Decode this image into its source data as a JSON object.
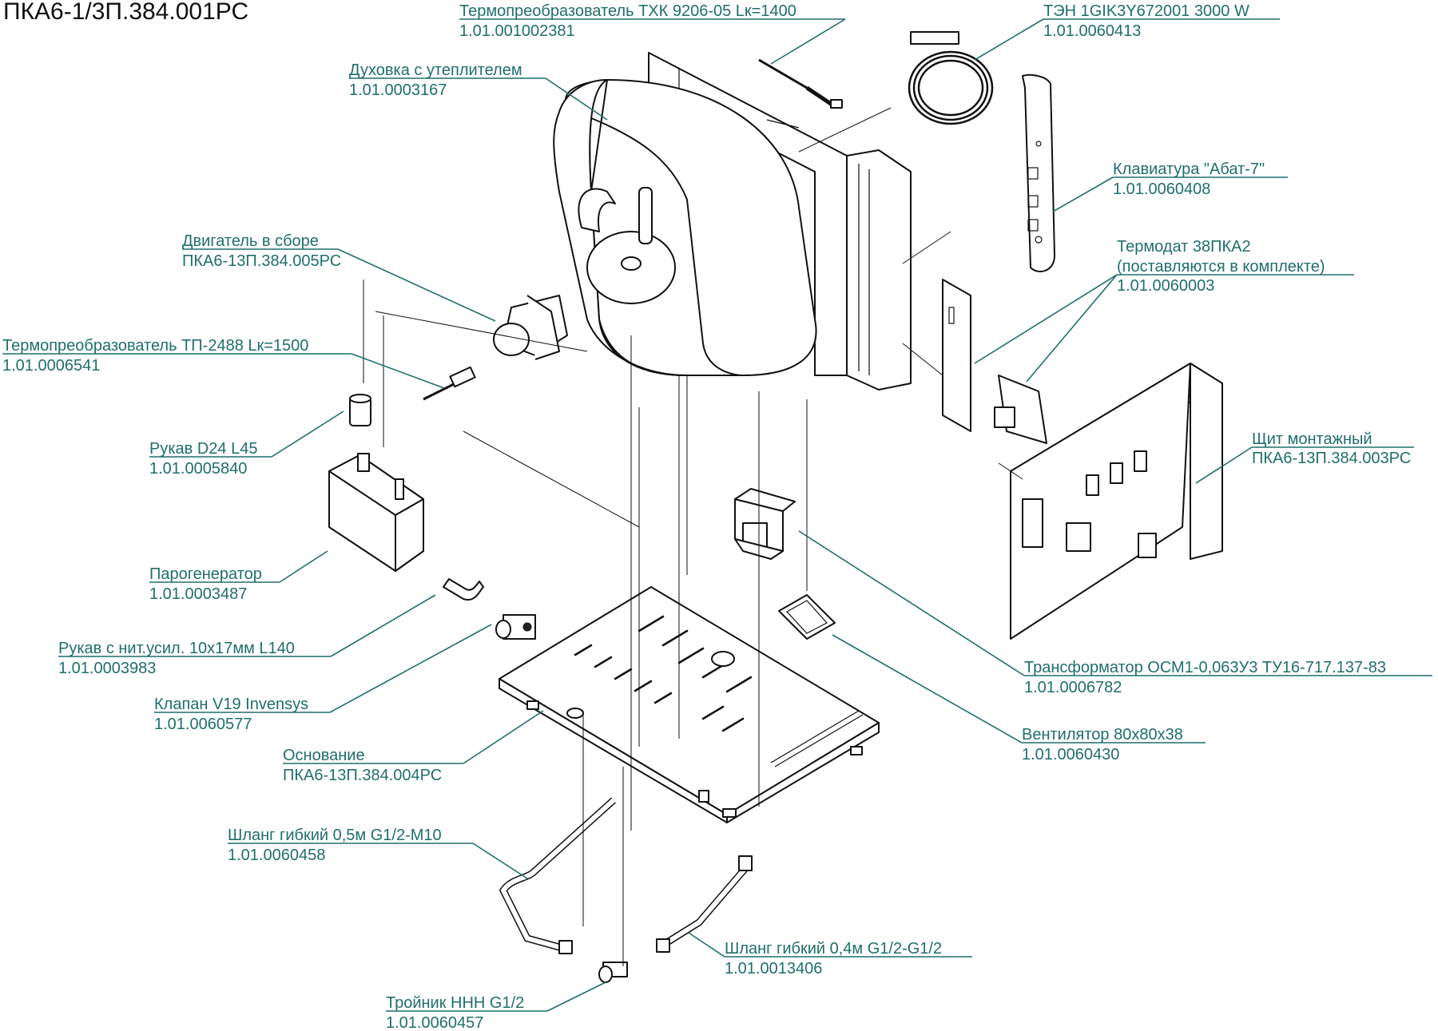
{
  "document": {
    "title": "ПКА6-1/3П.384.001РС"
  },
  "parts": [
    {
      "name": "Термопреобразователь ТХК 9206-05 Lк=1400",
      "code": "1.01.001002381"
    },
    {
      "name": "ТЭН 1GIK3Y672001 3000 W",
      "code": "1.01.0060413"
    },
    {
      "name": "Духовка с утеплителем",
      "code": "1.01.0003167"
    },
    {
      "name": "Клавиатура \"Абат-7\"",
      "code": "1.01.0060408"
    },
    {
      "name": "Термодат 38ПКА2",
      "name2": "(поставляются в комплекте)",
      "code": "1.01.0060003"
    },
    {
      "name": "Двигатель в сборе",
      "code": "ПКА6-13П.384.005РС"
    },
    {
      "name": "Термопреобразователь ТП-2488 Lк=1500",
      "code": "1.01.0006541"
    },
    {
      "name": "Рукав D24 L45",
      "code": "1.01.0005840"
    },
    {
      "name": "Щит монтажный",
      "code": "ПКА6-13П.384.003РС"
    },
    {
      "name": "Парогенератор",
      "code": "1.01.0003487"
    },
    {
      "name": "Рукав с нит.усил. 10х17мм L140",
      "code": "1.01.0003983"
    },
    {
      "name": "Трансформатор ОСМ1-0,063У3 ТУ16-717.137-83",
      "code": "1.01.0006782"
    },
    {
      "name": "Клапан V19 Invensys",
      "code": "1.01.0060577"
    },
    {
      "name": "Вентилятор 80х80х38",
      "code": "1.01.0060430"
    },
    {
      "name": "Основание",
      "code": "ПКА6-13П.384.004РС"
    },
    {
      "name": "Шланг гибкий 0,5м G1/2-M10",
      "code": "1.01.0060458"
    },
    {
      "name": "Шланг гибкий 0,4м G1/2-G1/2",
      "code": "1.01.0013406"
    },
    {
      "name": "Тройник ННН G1/2",
      "code": "1.01.0060457"
    }
  ],
  "colors": {
    "callout": "#1f6f6b",
    "line": "#111111",
    "background": "#ffffff"
  }
}
